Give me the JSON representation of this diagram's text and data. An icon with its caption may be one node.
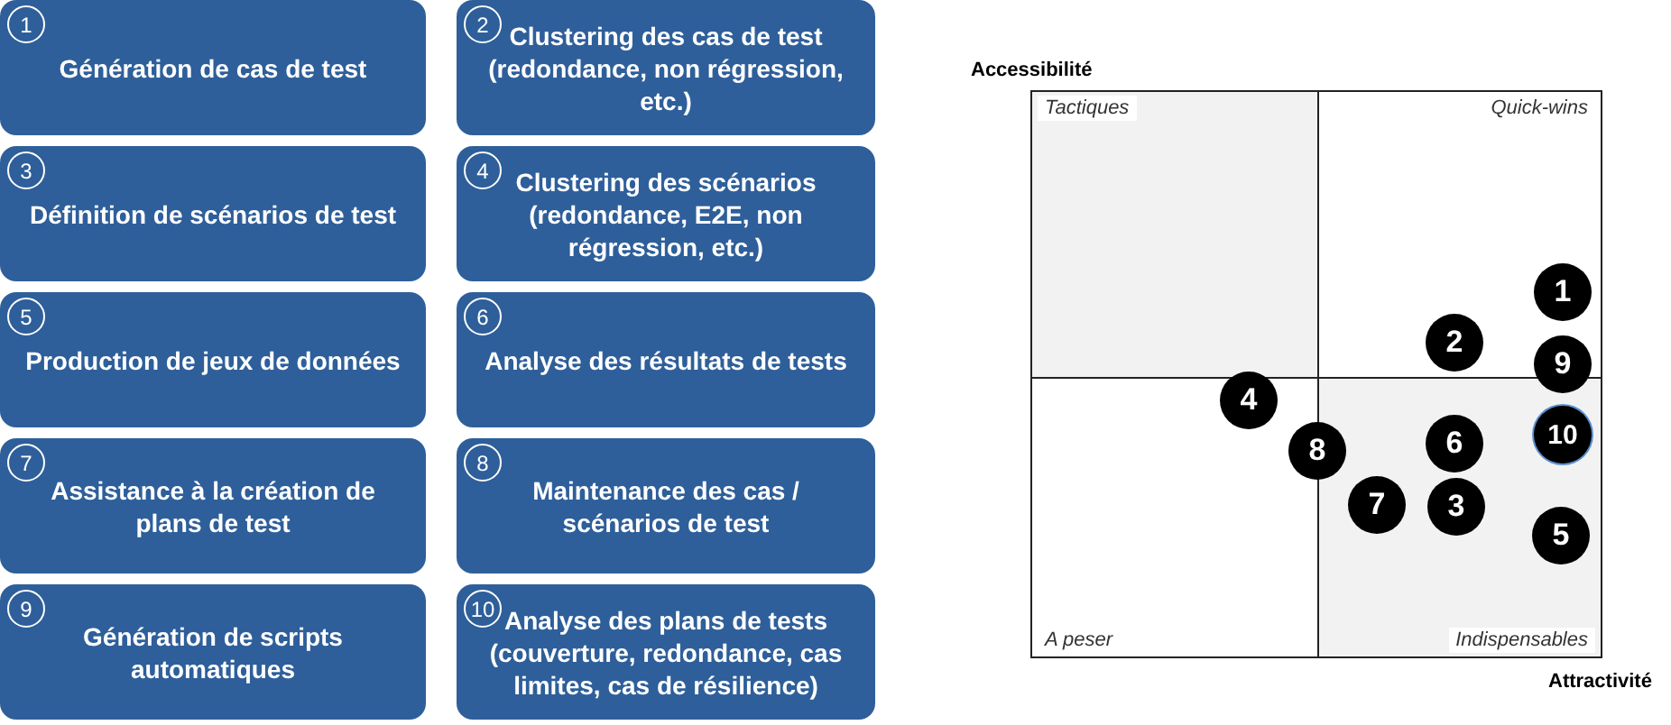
{
  "diagram": {
    "nodes": [
      {
        "text": [
          "1",
          "Génération de cas de test"
        ]
      },
      {
        "text": [
          "2",
          "Clustering des cas de test (redondance, non régression, etc.)"
        ]
      },
      {
        "text": [
          "3",
          "Définition de scénarios de test"
        ]
      },
      {
        "text": [
          "4",
          "Clustering des scénarios (redondance, E2E, non régression, etc.)"
        ]
      },
      {
        "text": [
          "5",
          "Production de jeux de données"
        ]
      },
      {
        "text": [
          "6",
          "Analyse des résultats de tests"
        ]
      },
      {
        "text": [
          "7",
          "Assistance à la création de plans de test"
        ]
      },
      {
        "text": [
          "8",
          "Maintenance des cas / scénarios de test"
        ]
      },
      {
        "text": [
          "9",
          "Génération de scripts automatiques"
        ]
      },
      {
        "text": [
          "10",
          "Analyse des plans de tests (couverture, redondance, cas limites, cas de résilience)"
        ]
      },
      {
        "text": [
          "Tactiques"
        ]
      },
      {
        "text": [
          "Quick-wins"
        ]
      },
      {
        "text": [
          "A peser"
        ]
      },
      {
        "text": [
          "Indispensables"
        ]
      },
      {
        "text": [
          "1"
        ],
        "in": 11
      },
      {
        "text": [
          "2"
        ],
        "in": 11
      },
      {
        "text": [
          "9"
        ]
      },
      {
        "text": [
          "4"
        ]
      },
      {
        "text": [
          "10"
        ],
        "in": 13
      },
      {
        "text": [
          "6"
        ],
        "in": 13
      },
      {
        "text": [
          "8"
        ]
      },
      {
        "text": [
          "7"
        ],
        "in": 13
      },
      {
        "text": [
          "3"
        ],
        "in": 13
      },
      {
        "text": [
          "5"
        ],
        "in": 13
      }
    ],
    "labels": [
      "Accessibilité",
      "Attractivité"
    ]
  }
}
